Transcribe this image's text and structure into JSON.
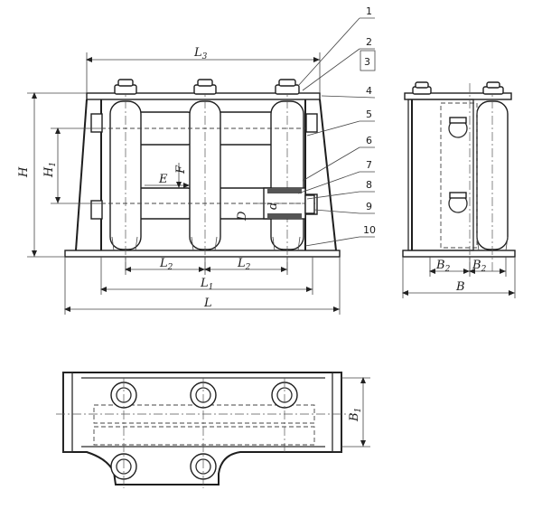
{
  "callouts": [
    "1",
    "2",
    "3",
    "4",
    "5",
    "6",
    "7",
    "8",
    "9",
    "10"
  ],
  "front_view": {
    "dims": {
      "L3": {
        "main": "L",
        "sub": "3"
      },
      "H": {
        "main": "H",
        "sub": ""
      },
      "H1": {
        "main": "H",
        "sub": "1"
      },
      "E": {
        "main": "E",
        "sub": ""
      },
      "F": {
        "main": "F",
        "sub": ""
      },
      "D": {
        "main": "D",
        "sub": ""
      },
      "d": {
        "main": "d",
        "sub": ""
      },
      "L2a": {
        "main": "L",
        "sub": "2"
      },
      "L2b": {
        "main": "L",
        "sub": "2"
      },
      "L1": {
        "main": "L",
        "sub": "1"
      },
      "L": {
        "main": "L",
        "sub": ""
      }
    }
  },
  "side_view": {
    "dims": {
      "B2a": {
        "main": "B",
        "sub": "2"
      },
      "B2b": {
        "main": "B",
        "sub": "2"
      },
      "B": {
        "main": "B",
        "sub": ""
      }
    }
  },
  "plan_view": {
    "dims": {
      "B1": {
        "main": "B",
        "sub": "1"
      }
    }
  }
}
